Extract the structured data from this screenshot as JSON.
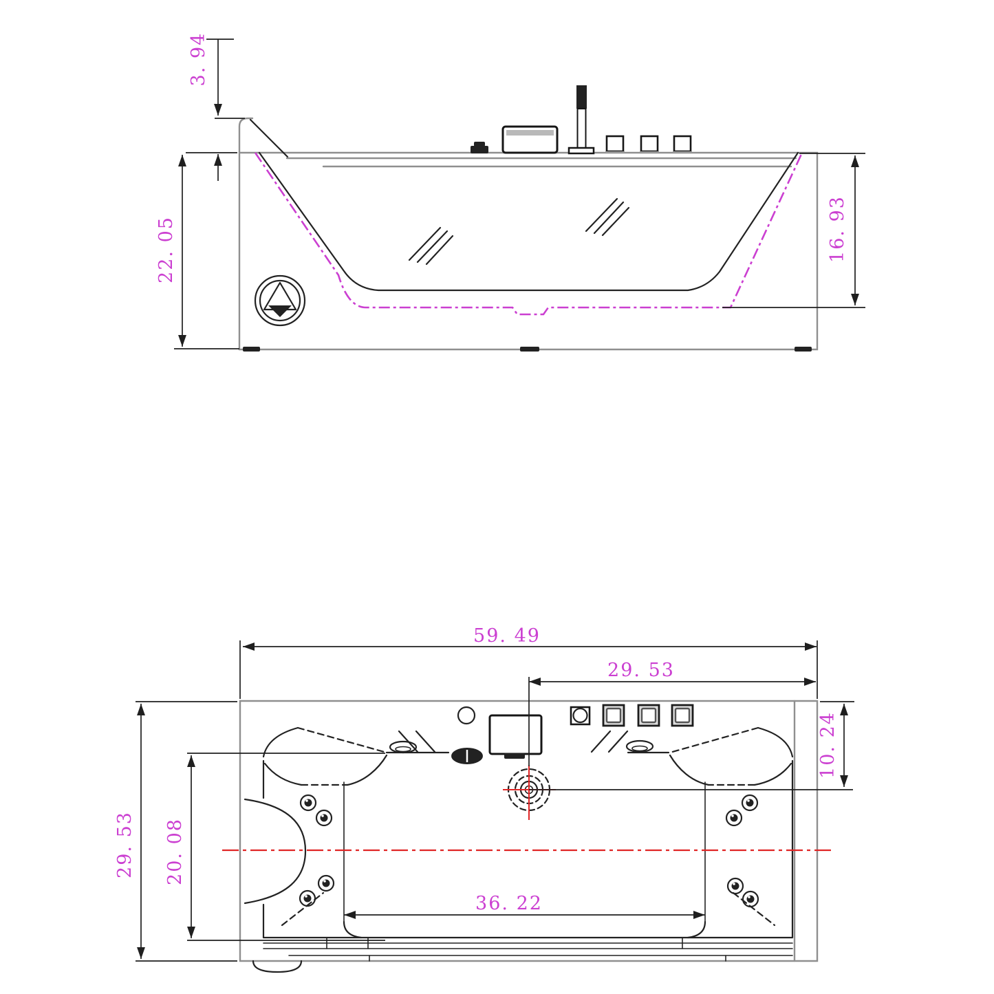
{
  "drawing": {
    "subject": "whirlpool-bathtub-dimension-drawing",
    "views": [
      "front-elevation",
      "top-plan"
    ]
  },
  "colors": {
    "line": "#222222",
    "shell": "#8f8f8f",
    "dimension": "#1f1f1f",
    "magenta": "#cb3fd1",
    "red_centerline": "#e02525",
    "background": "#ffffff"
  },
  "front_view": {
    "dims": {
      "headrest_height": "3. 94",
      "overall_height": "22. 05",
      "basin_depth": "16. 93"
    }
  },
  "plan_view": {
    "dims": {
      "overall_length": "59. 49",
      "drain_to_right_edge": "29. 53",
      "overall_width": "29. 53",
      "top_edge_to_drain": "10. 24",
      "inner_width": "20. 08",
      "floor_length": "36. 22"
    }
  }
}
